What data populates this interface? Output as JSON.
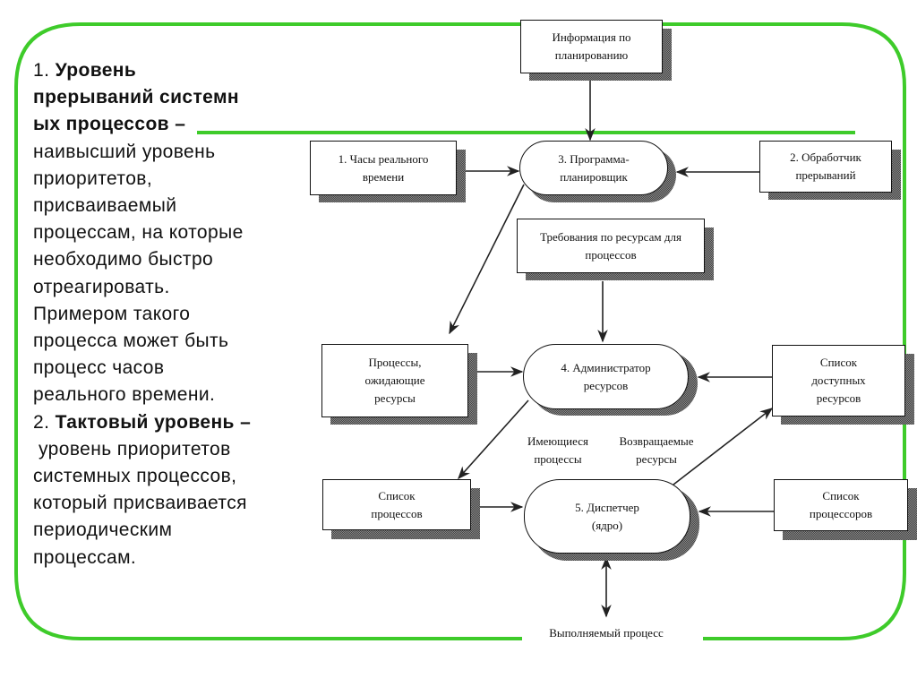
{
  "left_text": {
    "item1_number": "1.",
    "item1_title": "Уровень прерываний системных процессов –",
    "item1_title_lines": [
      "Уровень",
      "прерываний системн",
      "ых процессов –"
    ],
    "item1_body_lines": [
      "наивысший уровень",
      "приоритетов,",
      "присваиваемый",
      "процессам, на которые",
      "необходимо быстро",
      "отреагировать.",
      "Примером такого",
      "процесса может быть",
      "процесс часов",
      "реального времени."
    ],
    "item2_number": "2.",
    "item2_title": "Тактовый уровень –",
    "item2_body_lines": [
      "уровень приоритетов",
      "системных процессов,",
      "который присваивается",
      "периодическим",
      "процессам."
    ]
  },
  "diagram": {
    "nodes": {
      "planning_info": "Информация по планированию",
      "realtime_clock": "1. Часы реального времени",
      "scheduler": "3. Программа-планировщик",
      "interrupt_handler": "2. Обработчик прерываний",
      "resource_requirements": "Требования по ресурсам для процессов",
      "waiting_processes": "Процессы, ожидающие ресурсы",
      "resource_manager": "4. Администратор ресурсов",
      "available_resources": "Список доступных ресурсов",
      "process_list": "Список процессов",
      "dispatcher": "5. Диспетчер (ядро)",
      "processor_list": "Список процессоров"
    },
    "edge_labels": {
      "existing_processes": "Имеющиеся процессы",
      "returned_resources": "Возвращаемые ресурсы",
      "running_process": "Выполняемый процесс"
    }
  },
  "colors": {
    "frame_green": "#3ecb2a",
    "ink": "#111111"
  }
}
